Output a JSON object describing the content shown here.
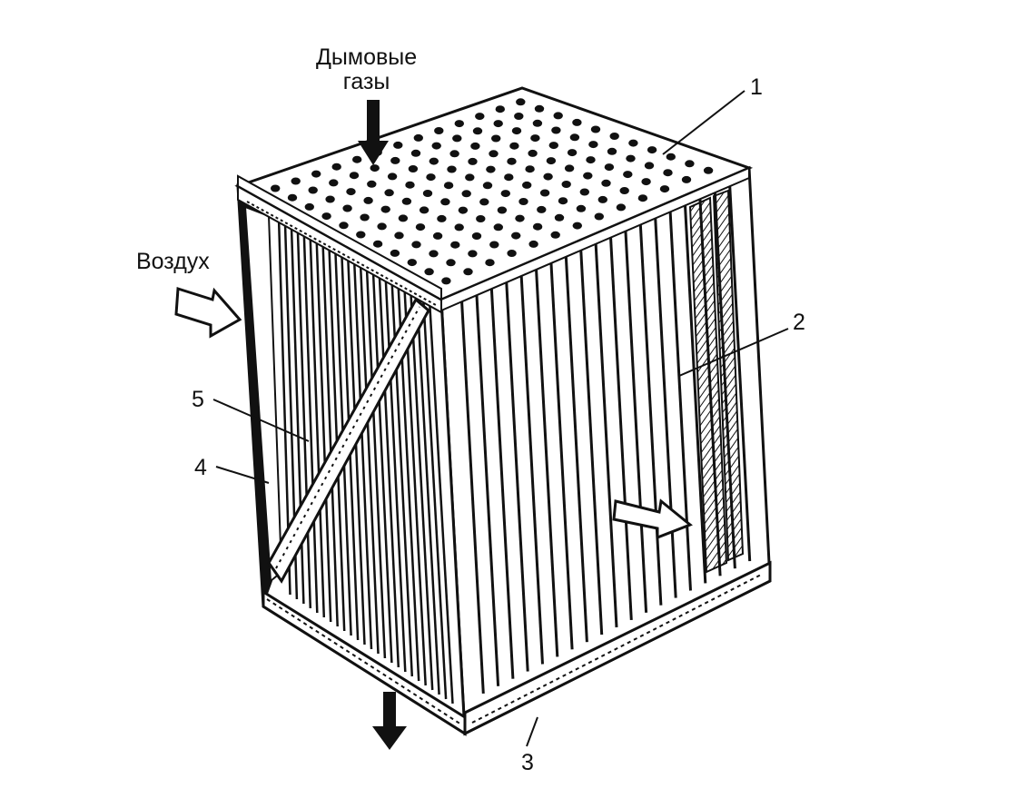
{
  "labels": {
    "flue_gases_line1": "Дымовые",
    "flue_gases_line2": "газы",
    "air": "Воздух",
    "callout_1": "1",
    "callout_2": "2",
    "callout_3": "3",
    "callout_4": "4",
    "callout_5": "5"
  },
  "colors": {
    "ink": "#111111",
    "paper": "#ffffff",
    "shade": "#9a9a9a"
  }
}
